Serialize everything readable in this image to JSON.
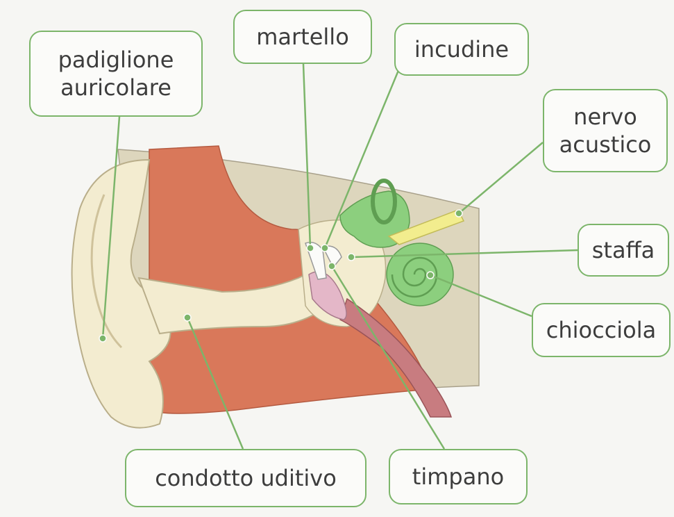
{
  "labels": {
    "padiglione": [
      "padiglione",
      "auricolare"
    ],
    "martello": "martello",
    "incudine": "incudine",
    "nervo": [
      "nervo",
      "acustico"
    ],
    "staffa": "staffa",
    "chiocciola": "chiocciola",
    "condotto": "condotto uditivo",
    "timpano": "timpano"
  },
  "colors": {
    "line": "#7cb56a",
    "box_border": "#7cb56a",
    "skin": "#f3ecd0",
    "flesh": "#d9785a",
    "inner_bg": "#ddd6bd",
    "labyrinth": "#8ccf7e",
    "nerve": "#f2ed8e",
    "tympanum": "#e4b7c8",
    "tube": "#c87c80"
  }
}
